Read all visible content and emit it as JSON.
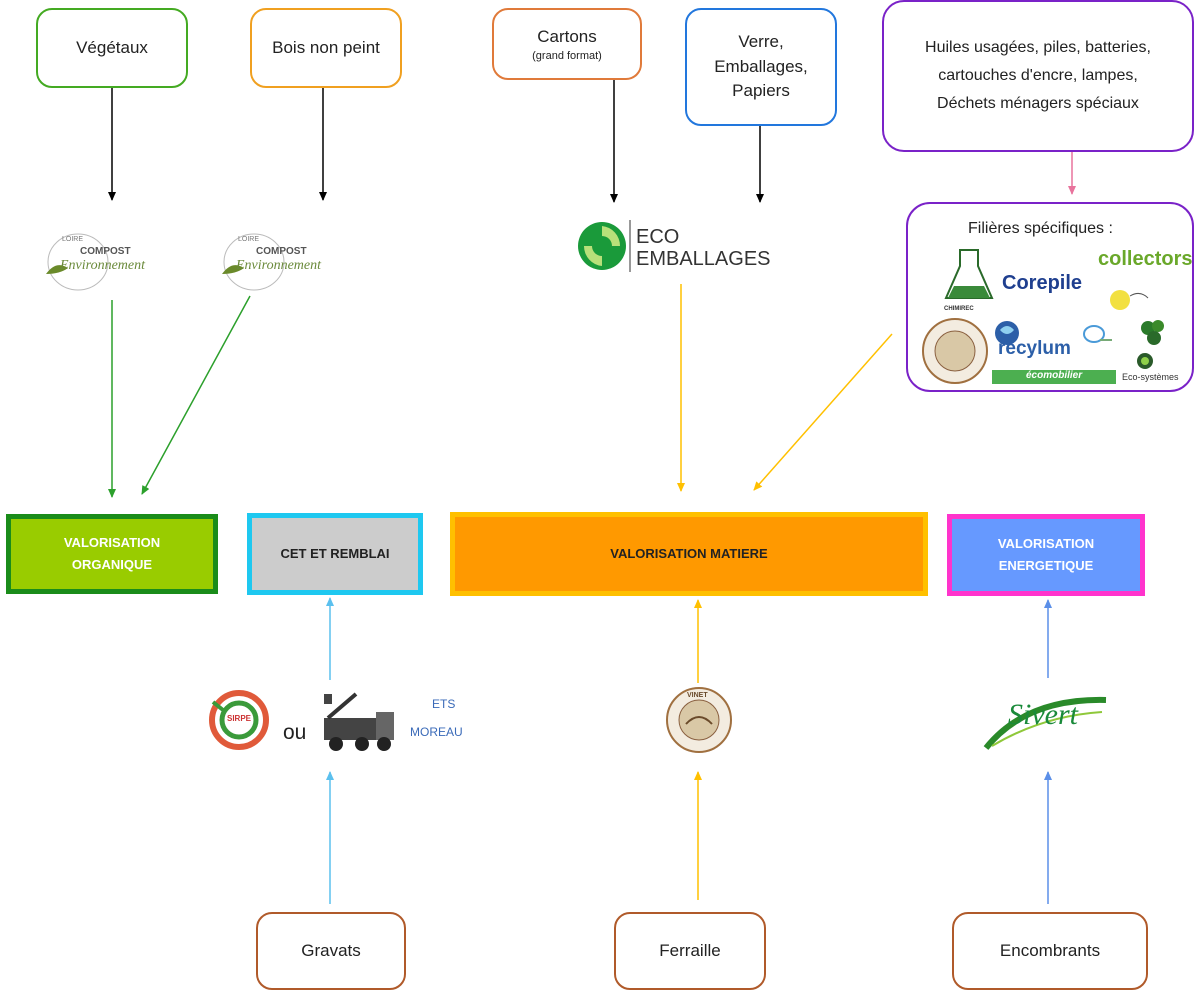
{
  "sources": {
    "vegetaux": "Végétaux",
    "bois": "Bois non peint",
    "cartons": "Cartons",
    "cartons_sub": "(grand format)",
    "verre": [
      "Verre,",
      "Emballages,",
      "Papiers"
    ],
    "huiles": [
      "Huiles usagées, piles, batteries,",
      "cartouches d'encre, lampes,",
      "Déchets ménagers spéciaux"
    ],
    "gravats": "Gravats",
    "ferraille": "Ferraille",
    "encombrants": "Encombrants"
  },
  "destinations": {
    "organique": [
      "VALORISATION",
      "ORGANIQUE"
    ],
    "cet": "CET ET REMBLAI",
    "matiere": "VALORISATION MATIERE",
    "energetique": [
      "VALORISATION",
      "ENERGETIQUE"
    ]
  },
  "operators": {
    "compost_small": "LOIRE",
    "compost_main": "COMPOST",
    "compost_env": "Environnement",
    "eco1": "ECO",
    "eco2": "EMBALLAGES",
    "filieres_title": "Filières spécifiques :",
    "corepile": "Corepile",
    "collectors": "collectors",
    "chimirec": "CHIMIREC",
    "recylum": "récylum",
    "ecosystemes": "Eco-systèmes",
    "ecomob": "écomobilier",
    "ou": "ou",
    "ets": "ETS",
    "moreau": "MOREAU",
    "sivert": "Sivert",
    "sirpe": "SIRPE",
    "vinet": "VINET"
  },
  "colors": {
    "organique": "#99cc00",
    "organique_border": "#1a8c1a",
    "cet": "#cccccc",
    "cet_border": "#1ec8f0",
    "matiere": "#ff9900",
    "matiere_border": "#ffc000",
    "energetique": "#6699ff",
    "energetique_border": "#ff33cc",
    "green_arrow": "#2ca02c",
    "yellow_arrow": "#ffc000",
    "blue_arrow": "#5bc0ee",
    "energy_arrow": "#5b8fe8",
    "pink_arrow": "#e8739c"
  }
}
